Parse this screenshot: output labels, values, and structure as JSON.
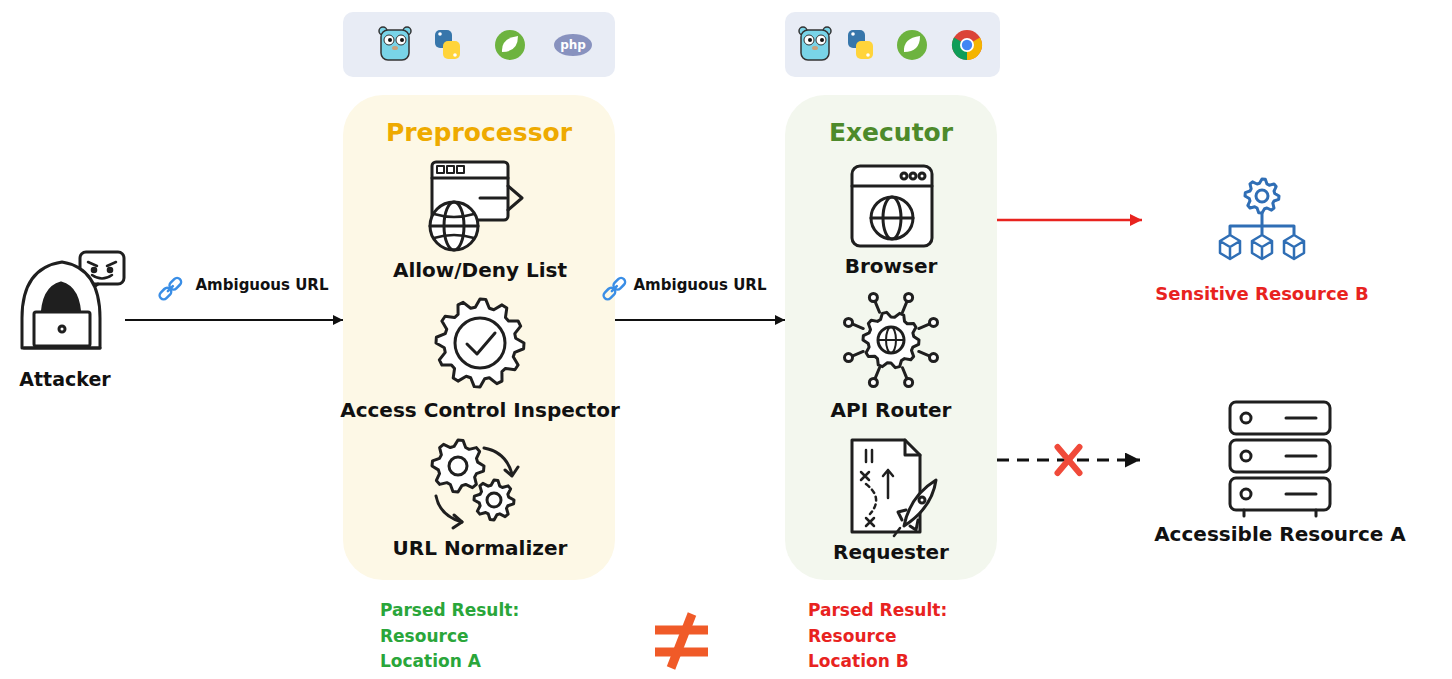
{
  "diagram": {
    "nodes": [
      {
        "text": [
          "Attacker"
        ]
      },
      {
        "text": [
          "Preprocessor"
        ]
      },
      {
        "text": [
          "Allow/Deny List"
        ],
        "in": 1
      },
      {
        "text": [
          "Access Control Inspector"
        ],
        "in": 1
      },
      {
        "text": [
          "URL Normalizer"
        ],
        "in": 1
      },
      {
        "text": [
          "Executor"
        ]
      },
      {
        "text": [
          "Browser"
        ],
        "in": 5
      },
      {
        "text": [
          "API Router"
        ],
        "in": 5
      },
      {
        "text": [
          "Requester"
        ],
        "in": 5
      },
      {
        "text": [
          "Sensitive Resource B"
        ]
      },
      {
        "text": [
          "Accessible Resource A"
        ]
      }
    ],
    "edges": [
      {
        "from": 0,
        "to": 1,
        "arrow": "to",
        "label": "Ambiguous URL"
      },
      {
        "from": 1,
        "to": 5,
        "arrow": "to",
        "label": "Ambiguous URL"
      },
      {
        "from": 5,
        "to": 9,
        "arrow": "to"
      },
      {
        "from": 5,
        "to": 10,
        "arrow": "to"
      }
    ],
    "labels": [
      "php",
      "Parsed Result: Resource Location A",
      "Parsed Result: Resource Location B"
    ]
  }
}
